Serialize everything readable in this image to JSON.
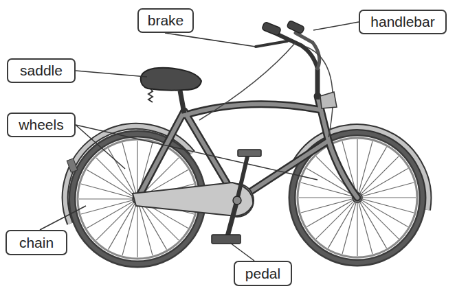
{
  "diagram": {
    "nodes": [
      {
        "text": [
          "brake"
        ]
      },
      {
        "text": [
          "handlebar"
        ]
      },
      {
        "text": [
          "saddle"
        ]
      },
      {
        "text": [
          "wheels"
        ]
      },
      {
        "text": [
          "chain"
        ]
      },
      {
        "text": [
          "pedal"
        ]
      }
    ]
  }
}
